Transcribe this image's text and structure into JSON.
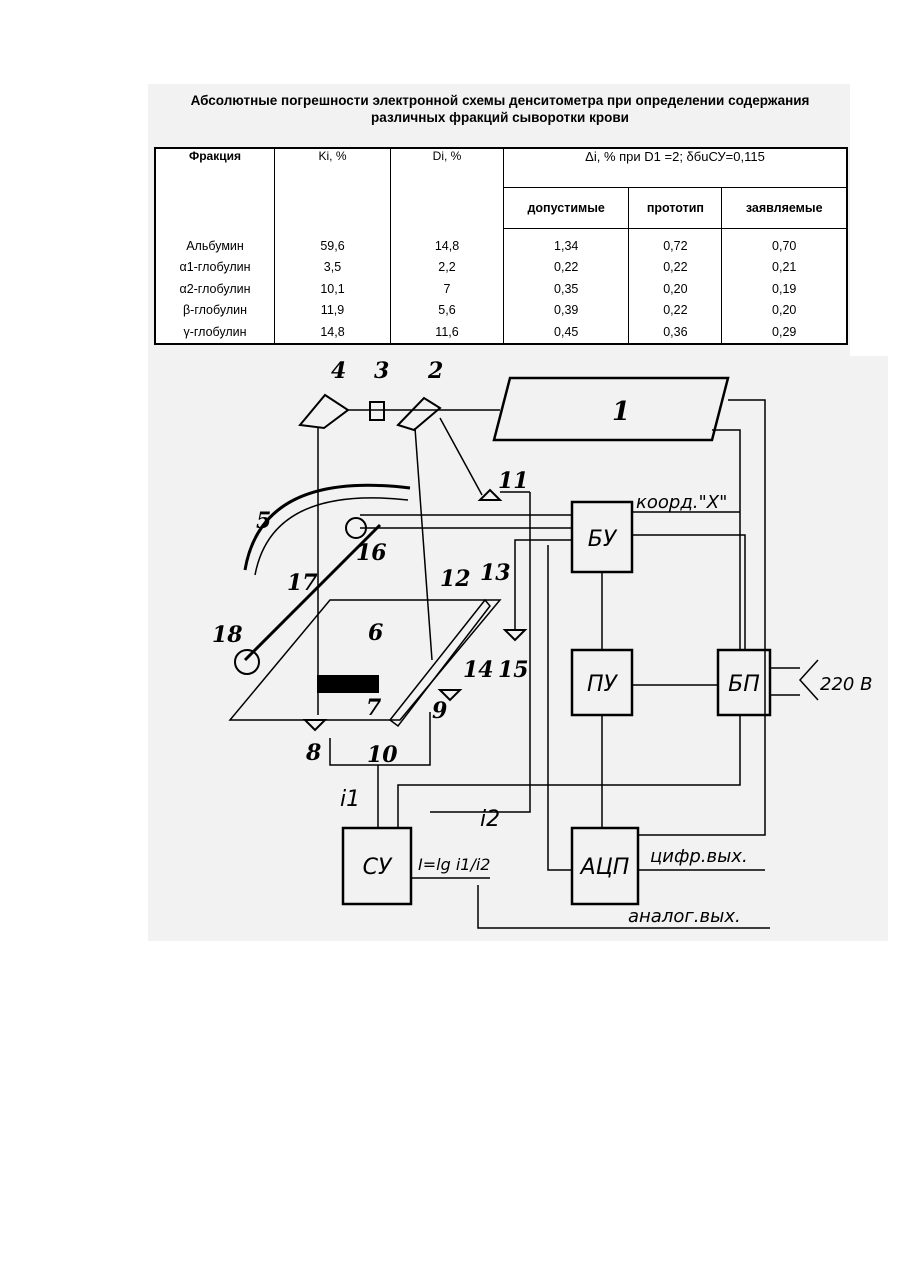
{
  "document": {
    "title_line1": "Абсолютные погрешности электронной схемы денситометра при  определении содержания",
    "title_line2": "различных фракций сыворотки крови"
  },
  "table": {
    "headers": {
      "fraction": "Фракция",
      "k": "Ki, %",
      "d": "Di, %",
      "delta": "Δi, %  при D1 =2; δбuСУ=0,115",
      "sub": [
        "допустимые",
        "прототип",
        "заявляемые"
      ]
    },
    "rows": [
      {
        "name": "Альбумин",
        "k": "59,6",
        "d": "14,8",
        "allowed": "1,34",
        "prototype": "0,72",
        "claimed": "0,70"
      },
      {
        "name": "α1-глобулин",
        "k": "3,5",
        "d": "2,2",
        "allowed": "0,22",
        "prototype": "0,22",
        "claimed": "0,21"
      },
      {
        "name": "α2-глобулин",
        "k": "10,1",
        "d": "7",
        "allowed": "0,35",
        "prototype": "0,20",
        "claimed": "0,19"
      },
      {
        "name": "β-глобулин",
        "k": "11,9",
        "d": "5,6",
        "allowed": "0,39",
        "prototype": "0,22",
        "claimed": "0,20"
      },
      {
        "name": "γ-глобулин",
        "k": "14,8",
        "d": "11,6",
        "allowed": "0,45",
        "prototype": "0,36",
        "claimed": "0,29"
      }
    ]
  },
  "diagram": {
    "numbers": [
      "1",
      "2",
      "3",
      "4",
      "5",
      "6",
      "7",
      "8",
      "9",
      "10",
      "11",
      "12",
      "13",
      "14",
      "15",
      "16",
      "17",
      "18"
    ],
    "blocks": {
      "bu": "БУ",
      "pu": "ПУ",
      "bp": "БП",
      "su": "СУ",
      "acp": "АЦП"
    },
    "texts": {
      "coord": "коорд.\"X\"",
      "mains": "220 В",
      "digital_out": "цифр.вых.",
      "analog_out": "аналог.вых.",
      "i1": "i1",
      "i2": "i2",
      "formula": "I=lg i1/i2"
    }
  }
}
